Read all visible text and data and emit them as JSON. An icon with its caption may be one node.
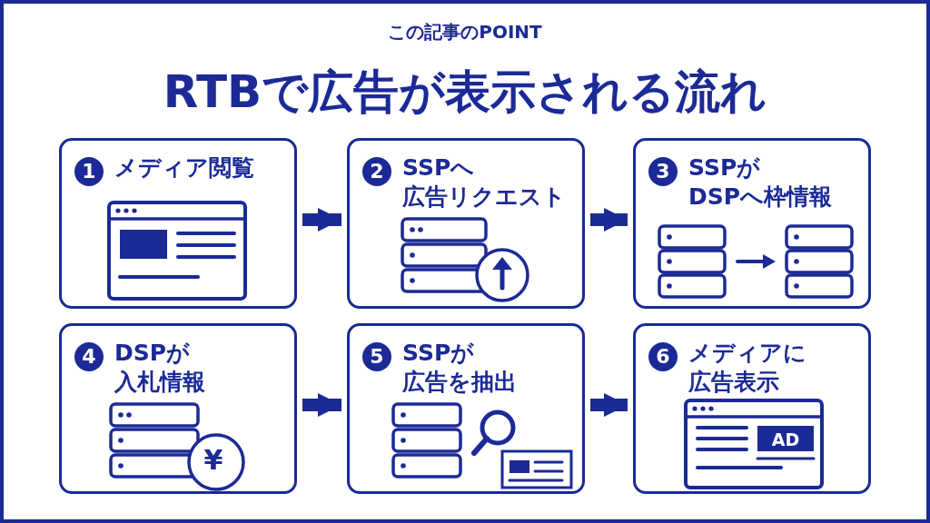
{
  "diagram": {
    "title": "RTBで広告が表示される流れ",
    "nodes": [
      {
        "text": [
          "1",
          "メディア閲覧"
        ]
      },
      {
        "text": [
          "2",
          "SSPへ広告リクエスト"
        ]
      },
      {
        "text": [
          "3",
          "SSPがDSPへ枠情報"
        ]
      },
      {
        "text": [
          "4",
          "DSPが入札情報"
        ]
      },
      {
        "text": [
          "5",
          "SSPが広告を抽出"
        ]
      },
      {
        "text": [
          "6",
          "メディアに広告表示"
        ]
      }
    ],
    "edges": [
      {
        "from": 0,
        "to": 1,
        "arrow": "to"
      },
      {
        "from": 1,
        "to": 2,
        "arrow": "to"
      },
      {
        "from": 3,
        "to": 4,
        "arrow": "to"
      },
      {
        "from": 4,
        "to": 5,
        "arrow": "to"
      }
    ],
    "labels": [
      "この記事のPOINT",
      "¥",
      "AD"
    ]
  }
}
